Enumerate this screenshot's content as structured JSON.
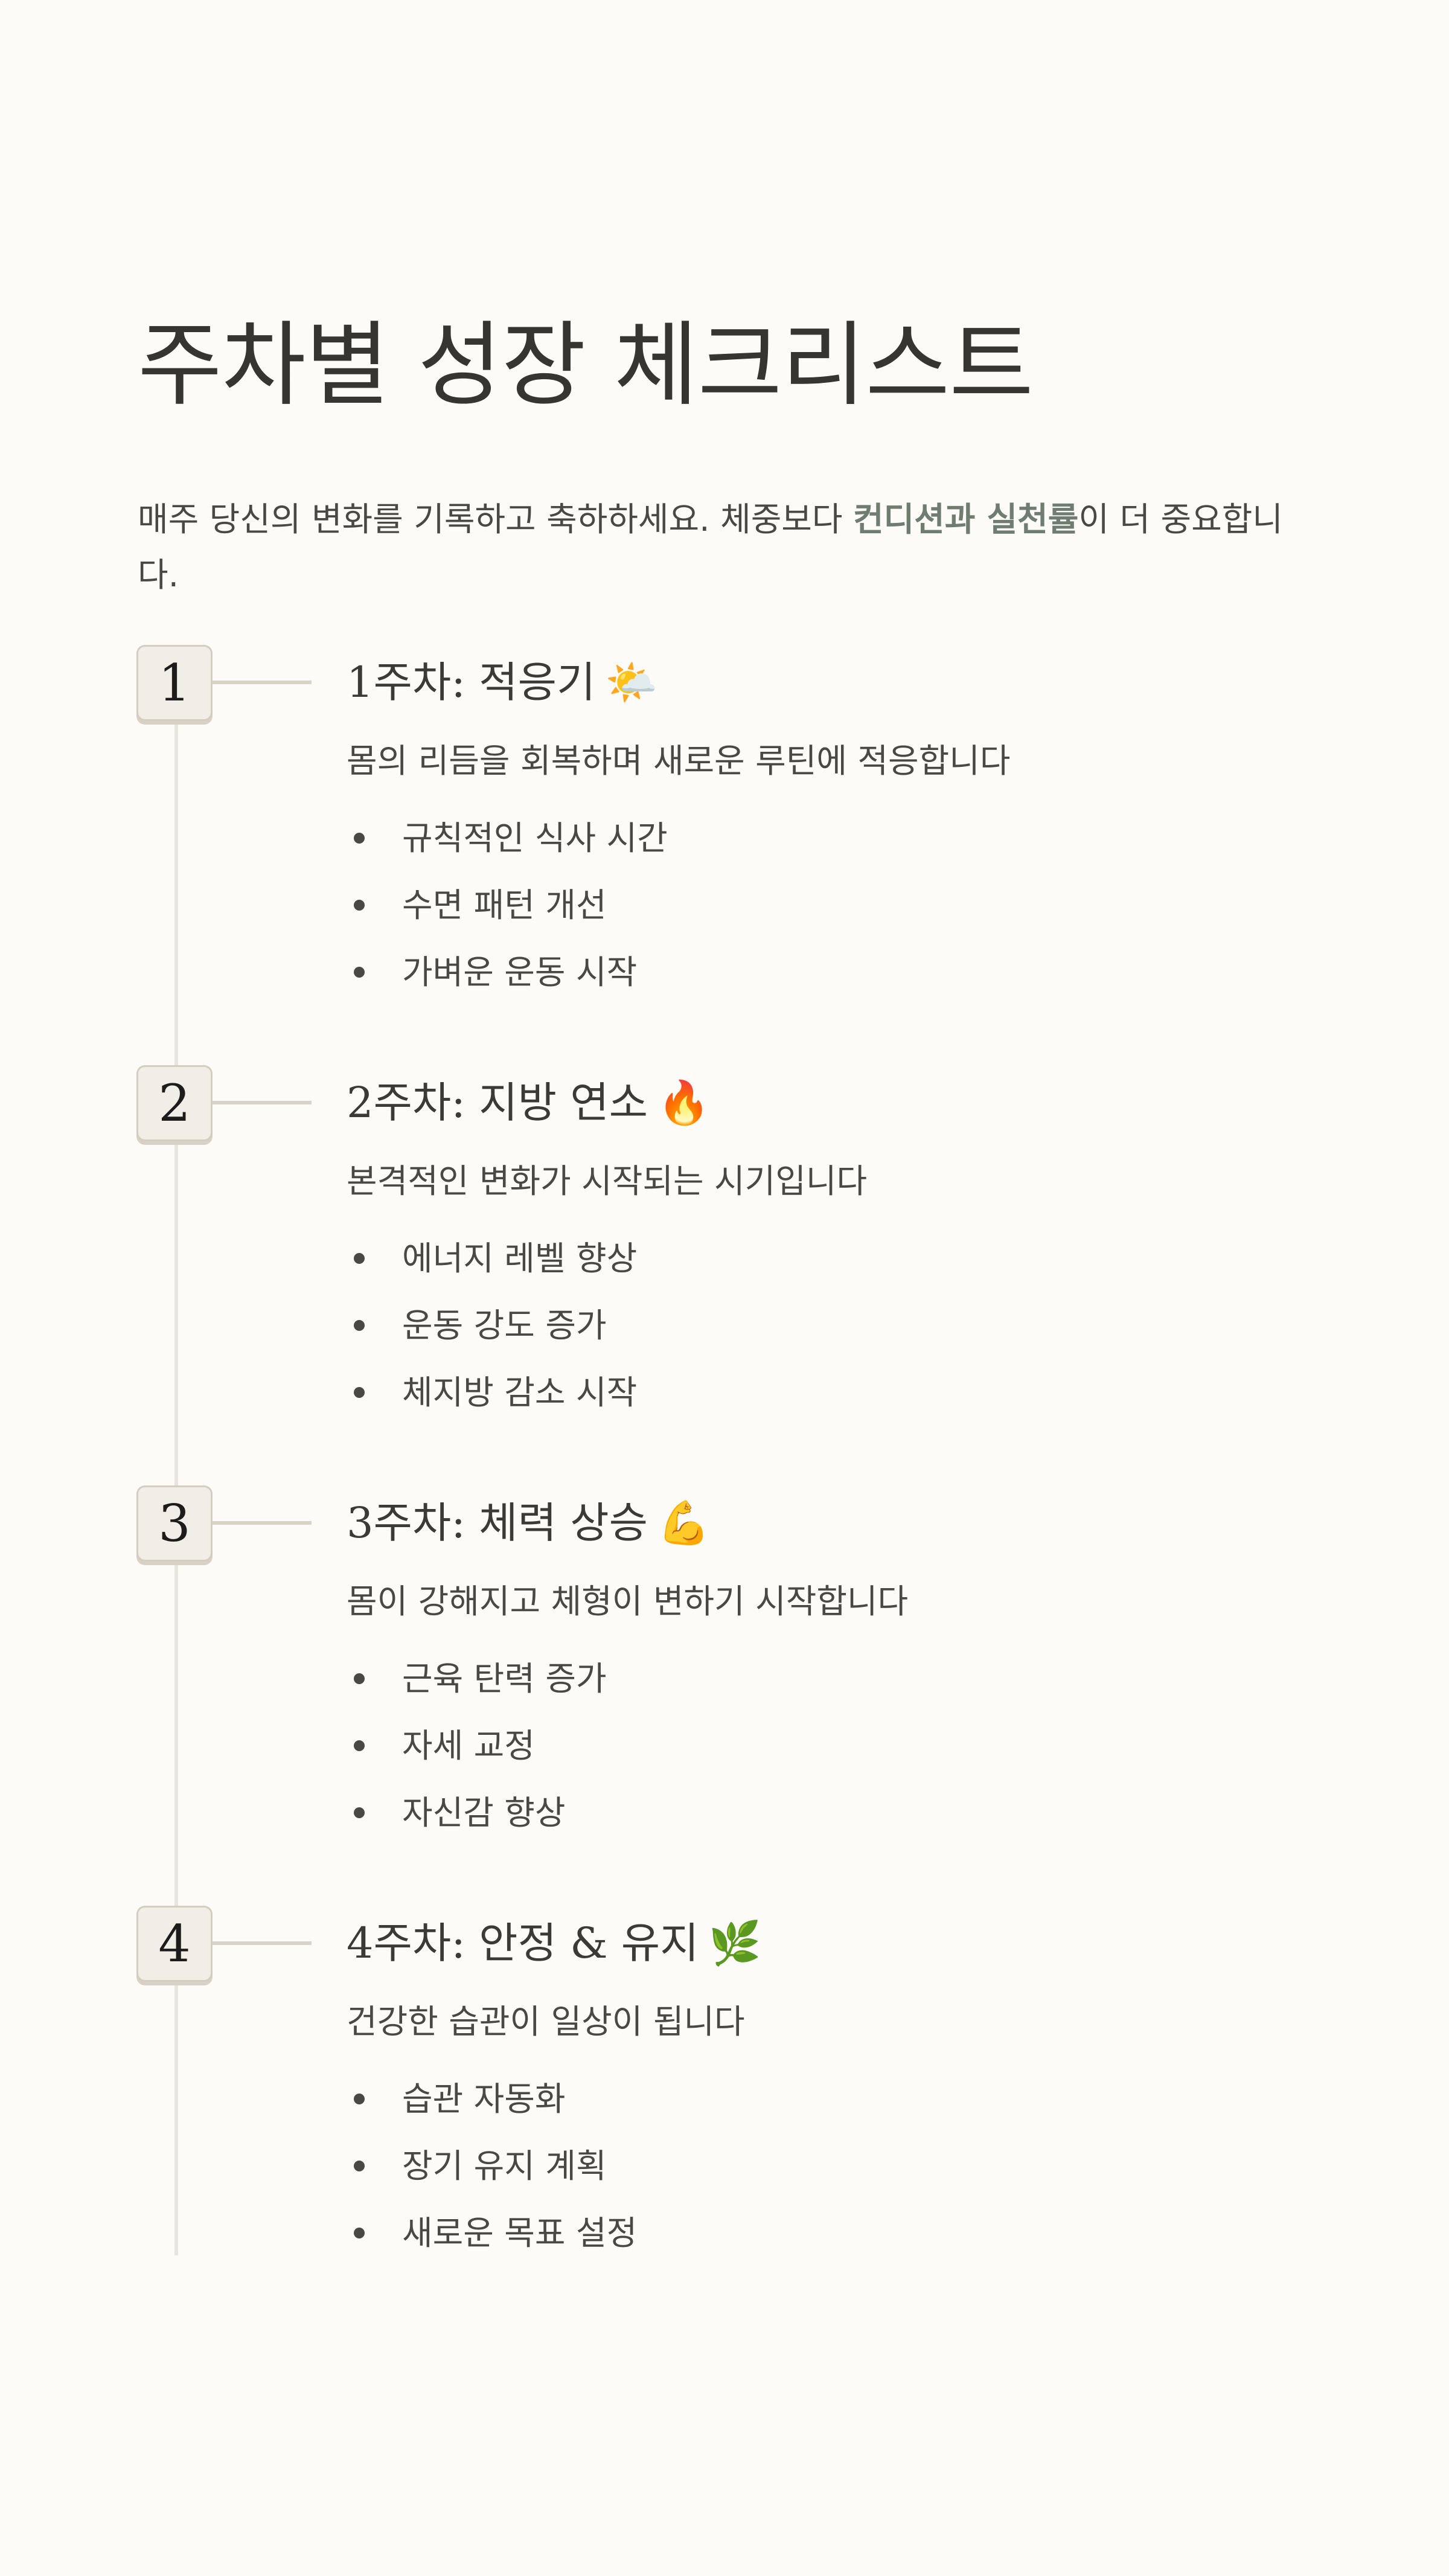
{
  "header": {
    "title": "주차별 성장 체크리스트",
    "intro_before": "매주 당신의 변화를 기록하고 축하하세요. 체중보다 ",
    "intro_highlight": "컨디션과 실천률",
    "intro_after": "이 더 중요합니다."
  },
  "weeks": [
    {
      "number": "1",
      "title": "1주차: 적응기",
      "emoji": "🌤️",
      "icon": "sun-behind-cloud-icon",
      "description": "몸의 리듬을 회복하며 새로운 루틴에 적응합니다",
      "items": [
        "규칙적인 식사 시간",
        "수면 패턴 개선",
        "가벼운 운동 시작"
      ]
    },
    {
      "number": "2",
      "title": "2주차: 지방 연소",
      "emoji": "🔥",
      "icon": "fire-icon",
      "description": "본격적인 변화가 시작되는 시기입니다",
      "items": [
        "에너지 레벨 향상",
        "운동 강도 증가",
        "체지방 감소 시작"
      ]
    },
    {
      "number": "3",
      "title": "3주차: 체력 상승",
      "emoji": "💪",
      "icon": "flexed-biceps-icon",
      "description": "몸이 강해지고 체형이 변하기 시작합니다",
      "items": [
        "근육 탄력 증가",
        "자세 교정",
        "자신감 향상"
      ]
    },
    {
      "number": "4",
      "title": "4주차: 안정 & 유지",
      "emoji": "🌿",
      "icon": "herb-icon",
      "description": "건강한 습관이 일상이 됩니다",
      "items": [
        "습관 자동화",
        "장기 유지 계획",
        "새로운 목표 설정"
      ]
    }
  ]
}
